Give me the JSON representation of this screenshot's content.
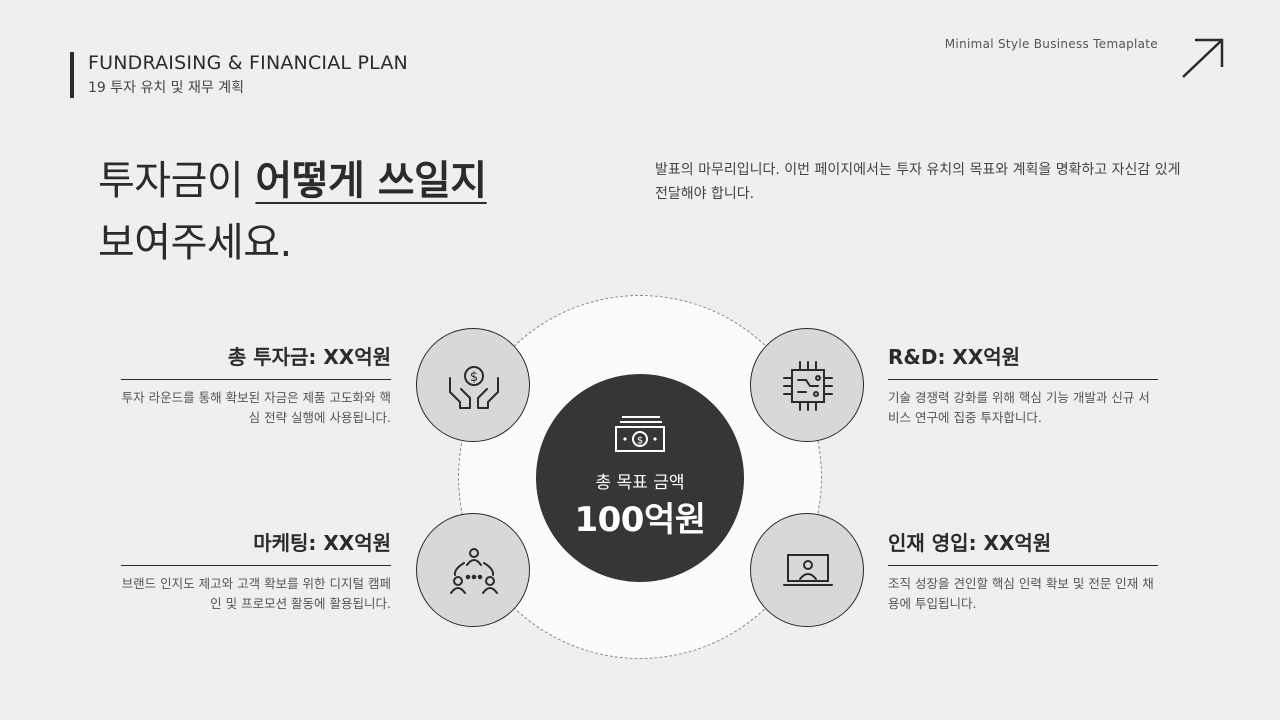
{
  "header": {
    "title": "FUNDRAISING & FINANCIAL PLAN",
    "subtitle": "19 투자 유치 및 재무 계획"
  },
  "brand": "Minimal Style Business Temaplate",
  "headline": {
    "part1": "투자금이 ",
    "emphasis": "어떻게 쓰일지",
    "part2": "보여주세요."
  },
  "intro": "발표의 마무리입니다. 이번 페이지에서는 투자 유치의 목표와 계획을 명확하고 자신감 있게 전달해야 합니다.",
  "center": {
    "label": "총 목표 금액",
    "amount": "100억원",
    "icon": "money-bill-icon"
  },
  "items": [
    {
      "title": "총 투자금: XX억원",
      "desc": "투자 라운드를 통해 확보된 자금은 제품 고도화와 핵심 전략 실행에 사용됩니다.",
      "icon": "hand-dollar-icon"
    },
    {
      "title": "R&D: XX억원",
      "desc": "기술 경쟁력 강화를 위해 핵심 기능 개발과 신규 서비스 연구에 집중 투자합니다.",
      "icon": "chip-icon"
    },
    {
      "title": "마케팅: XX억원",
      "desc": "브랜드 인지도 제고와 고객 확보를 위한 디지털 캠페인 및 프로모션 활동에 활용됩니다.",
      "icon": "people-network-icon"
    },
    {
      "title": "인재 영입: XX억원",
      "desc": "조직 성장을 견인할 핵심 인력 확보 및 전문 인재 채용에 투입됩니다.",
      "icon": "laptop-user-icon"
    }
  ],
  "colors": {
    "background": "#efefef",
    "dark": "#363636",
    "node": "#d8d8d8"
  }
}
